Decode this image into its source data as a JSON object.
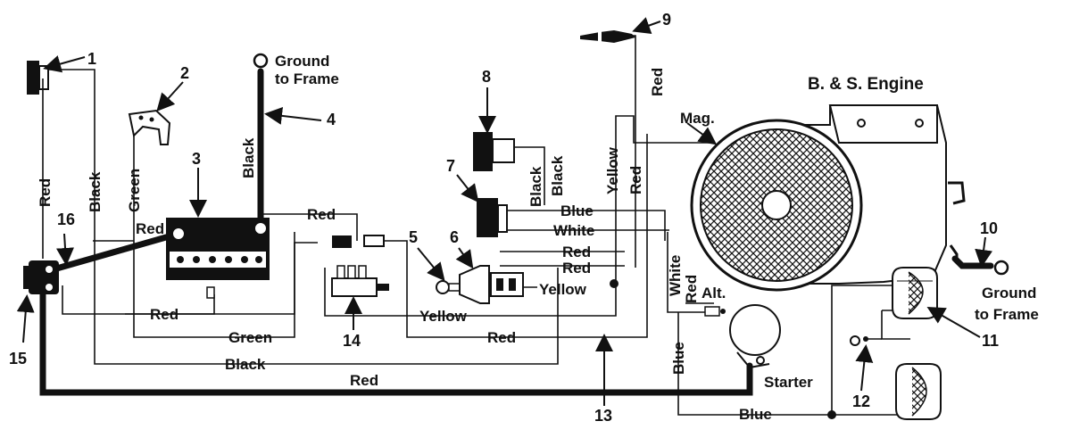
{
  "title": "B. & S. Engine",
  "callouts": [
    "1",
    "2",
    "3",
    "4",
    "5",
    "6",
    "7",
    "8",
    "9",
    "10",
    "11",
    "12",
    "13",
    "14",
    "15",
    "16"
  ],
  "notes": {
    "ground_top_1": "Ground",
    "ground_top_2": "to Frame",
    "ground_right_1": "Ground",
    "ground_right_2": "to Frame",
    "mag": "Mag.",
    "alt": "Alt.",
    "starter": "Starter"
  },
  "wires": {
    "red_left": "Red",
    "black_left": "Black",
    "green_left": "Green",
    "red_battery": "Red",
    "black_ground": "Black",
    "red_fuse": "Red",
    "red_bottom1": "Red",
    "green_bottom": "Green",
    "black_bottom": "Black",
    "red_bottom_long": "Red",
    "yellow_mid": "Yellow",
    "red_mid": "Red",
    "black_8a": "Black",
    "black_8b": "Black",
    "blue_7": "Blue",
    "white_7": "White",
    "red_6a": "Red",
    "red_6b": "Red",
    "yellow_6": "Yellow",
    "yellow_vert": "Yellow",
    "red_vert": "Red",
    "red_9": "Red",
    "white_eng": "White",
    "red_alt": "Red",
    "blue_eng": "Blue",
    "blue_bottom": "Blue"
  }
}
